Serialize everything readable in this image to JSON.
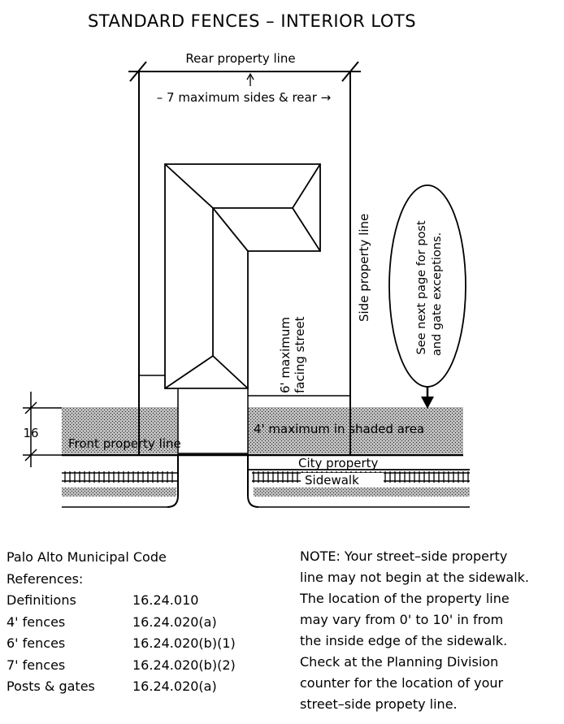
{
  "title": "STANDARD FENCES – INTERIOR LOTS",
  "diagram": {
    "rear_property_line": "Rear property line",
    "rear_arrow_label": "– 7  maximum sides & rear →",
    "side_property_line": "Side property line",
    "six_foot_line1": "6' maximum",
    "six_foot_line2": "facing street",
    "callout_line1": "See next page for post",
    "callout_line2": "and gate exceptions.",
    "dimension_16": "16",
    "front_property_line": "Front property line",
    "shaded_area_label": "4' maximum in shaded area",
    "city_property": "City property",
    "sidewalk": "Sidewalk"
  },
  "references": {
    "heading": "Palo Alto Municipal Code",
    "subheading": "References:",
    "rows": [
      {
        "label": "Definitions",
        "code": "16.24.010"
      },
      {
        "label": "4' fences",
        "code": "16.24.020(a)"
      },
      {
        "label": "6' fences",
        "code": "16.24.020(b)(1)"
      },
      {
        "label": "7' fences",
        "code": "16.24.020(b)(2)"
      },
      {
        "label": "Posts & gates",
        "code": "16.24.020(a)"
      }
    ]
  },
  "note": {
    "lines": [
      "NOTE:  Your street–side property",
      "line may not begin at the sidewalk.",
      "The location of the property line",
      "may vary from 0' to 10' in from",
      "the inside edge of the sidewalk.",
      "Check at the Planning Division",
      "counter for the location of your",
      "street–side propety line."
    ]
  }
}
